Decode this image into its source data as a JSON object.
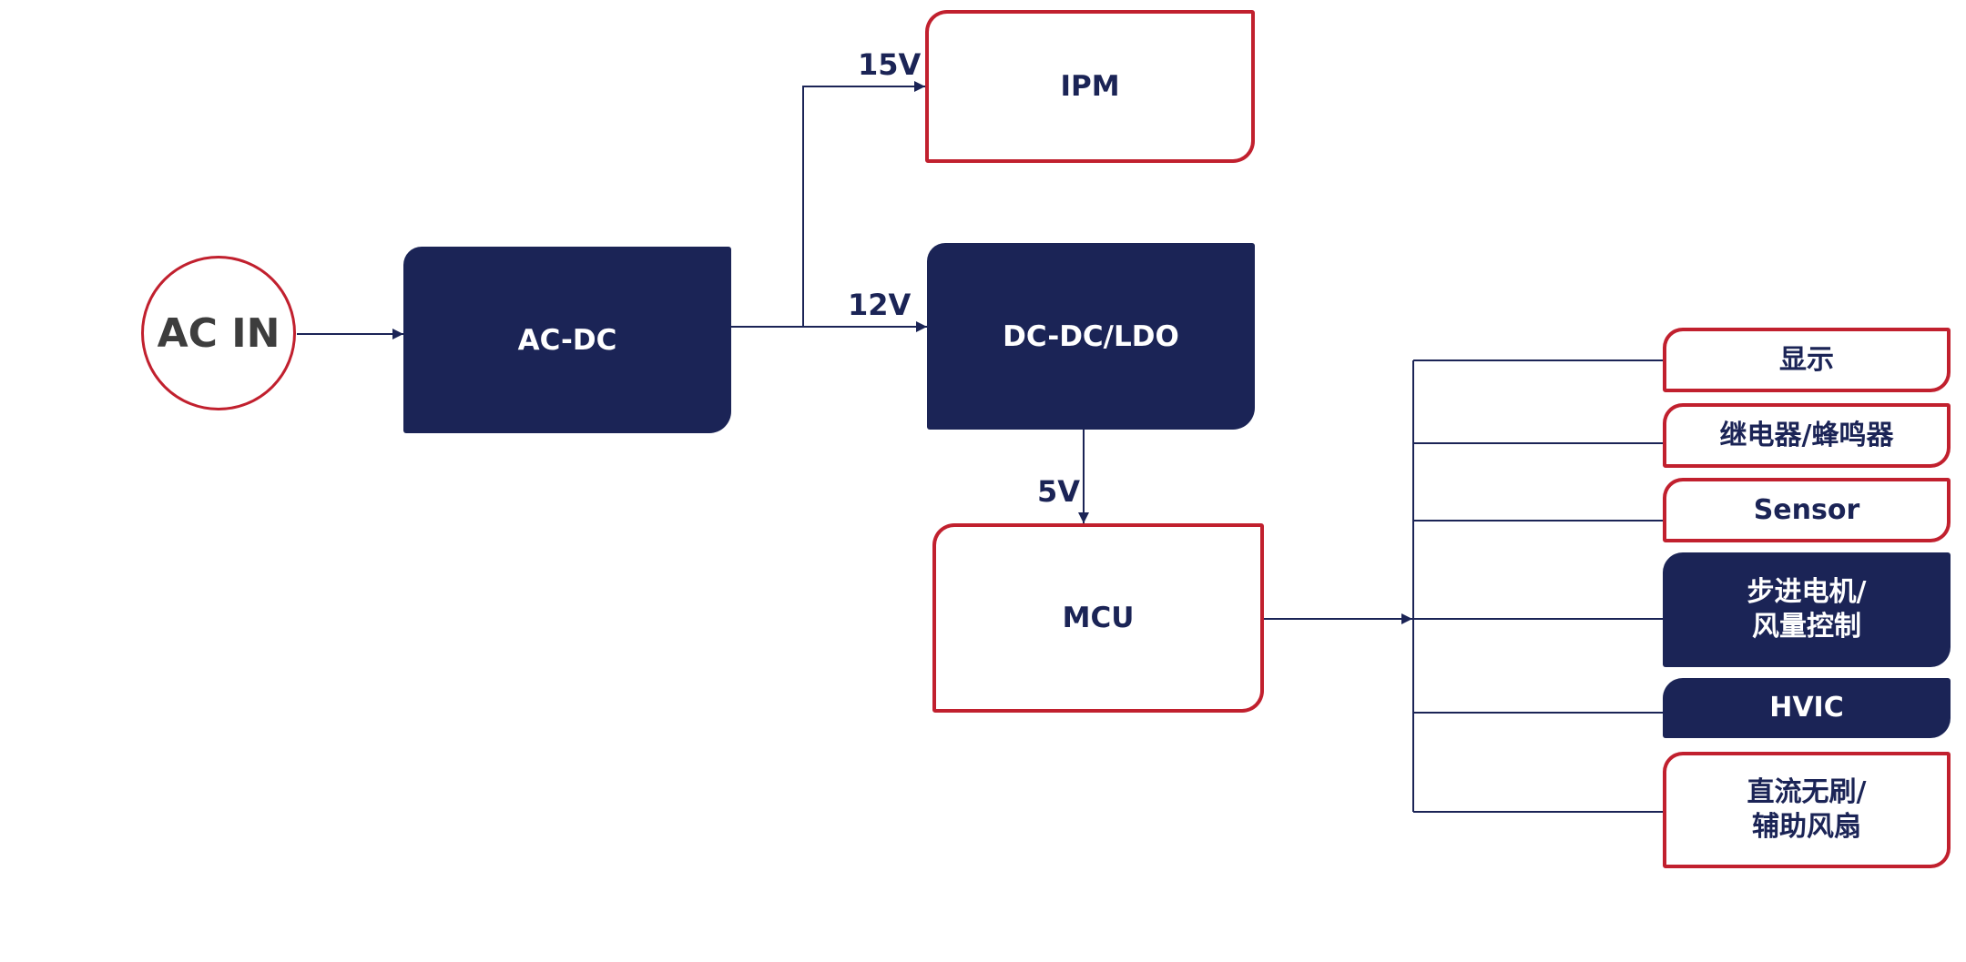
{
  "nodes": {
    "ac_in": "AC IN",
    "ac_dc": "AC-DC",
    "ipm": "IPM",
    "dcdc_ldo": "DC-DC/LDO",
    "mcu": "MCU"
  },
  "voltages": {
    "v15": "15V",
    "v12": "12V",
    "v5": "5V"
  },
  "outputs": [
    "显示",
    "继电器/蜂鸣器",
    "Sensor",
    "步进电机/\n风量控制",
    "HVIC",
    "直流无刷/\n辅助风扇"
  ],
  "colors": {
    "navy": "#1b2456",
    "red": "#c1202e",
    "circle_text": "#3d3d3d"
  }
}
